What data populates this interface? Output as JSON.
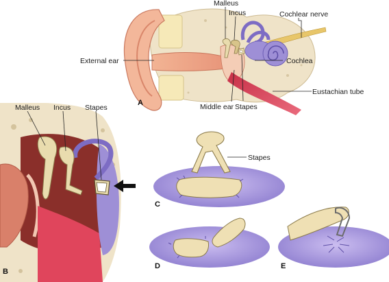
{
  "panels": {
    "A": "A",
    "B": "B",
    "C": "C",
    "D": "D",
    "E": "E"
  },
  "labels_a": {
    "malleus": "Malleus",
    "incus": "Incus",
    "cochlear_nerve": "Cochlear nerve",
    "external_ear": "External ear",
    "cochlea": "Cochlea",
    "eustachian_tube": "Eustachian tube",
    "middle_ear": "Middle ear",
    "stapes": "Stapes"
  },
  "labels_b": {
    "malleus": "Malleus",
    "incus": "Incus",
    "stapes": "Stapes"
  },
  "labels_c": {
    "stapes": "Stapes"
  },
  "colors": {
    "skin": "#f3b79a",
    "skin_dark": "#d9866a",
    "bone": "#efe3c8",
    "bone_dark": "#cdbb93",
    "cartilage": "#f6e9b8",
    "cochlea": "#9e8fd6",
    "membrane": "#b9a7e6",
    "tube": "#e0455c",
    "nerve": "#e8c66a",
    "ossicle": "#e9dcae"
  }
}
